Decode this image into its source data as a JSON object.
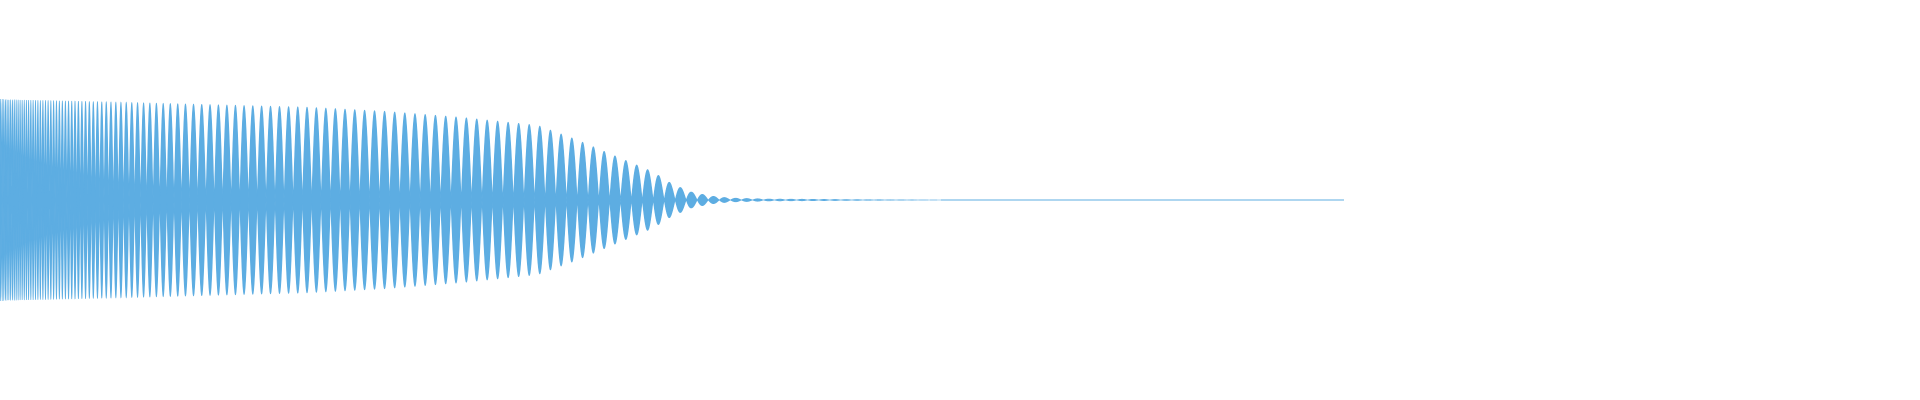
{
  "colors": {
    "background": "#ffffff",
    "wave": "#5dade2"
  },
  "chart_data": {
    "type": "area",
    "style": "audio waveform (filled, symmetric about center line)",
    "title": "",
    "xlabel": "",
    "ylabel": "",
    "grid": false,
    "legend": "none",
    "y_range": [
      -1,
      1
    ],
    "x_range": [
      0,
      1
    ],
    "active_until": 0.7,
    "flat_line_until": 0.49,
    "envelope": {
      "x": [
        0.0,
        0.04,
        0.08,
        0.12,
        0.16,
        0.2,
        0.24,
        0.28,
        0.3,
        0.32,
        0.34,
        0.35,
        0.36,
        0.37,
        0.38,
        0.4,
        0.45,
        0.49
      ],
      "amplitude": [
        1.0,
        0.98,
        0.96,
        0.94,
        0.92,
        0.88,
        0.82,
        0.74,
        0.6,
        0.44,
        0.28,
        0.16,
        0.08,
        0.04,
        0.02,
        0.01,
        0.004,
        0.0
      ]
    },
    "cycles": {
      "x": [
        0.0,
        0.04,
        0.1,
        0.2,
        0.3,
        0.36
      ],
      "period": [
        0.0016,
        0.0035,
        0.0085,
        0.0105,
        0.0112,
        0.0115
      ]
    }
  }
}
